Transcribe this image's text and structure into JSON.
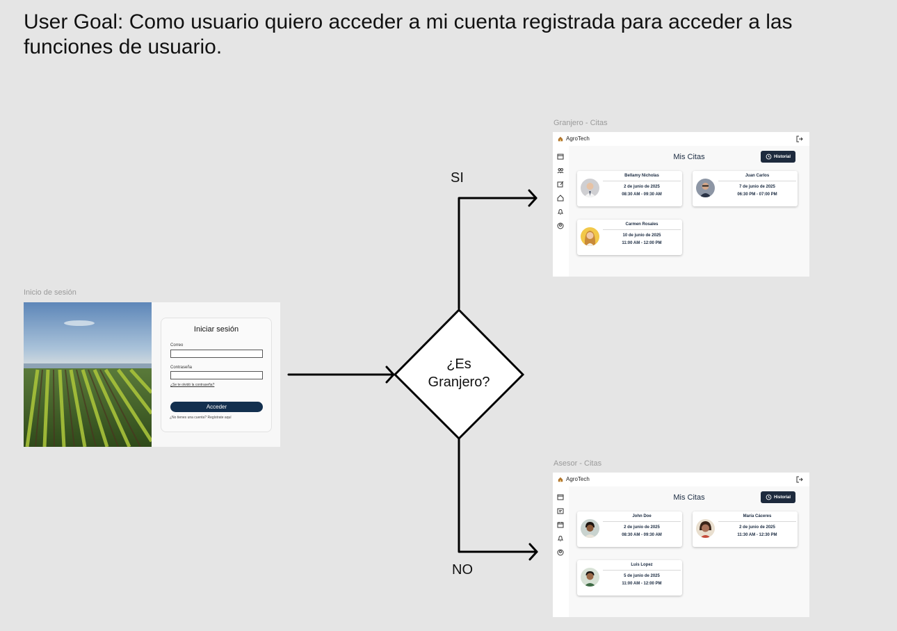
{
  "user_goal": "User Goal: Como usuario quiero acceder a mi cuenta registrada para acceder a las funciones de usuario.",
  "login_frame": {
    "label": "Inicio de sesión",
    "heading": "Iniciar sesión",
    "email_label": "Correo",
    "password_label": "Contraseña",
    "forgot_link": "¿Se te olvidó la contraseña?",
    "submit_label": "Acceder",
    "register_text": "¿No tienes una cuenta? Regístrate aquí"
  },
  "decision": {
    "line1": "¿Es",
    "line2": "Granjero?",
    "yes_label": "SI",
    "no_label": "NO"
  },
  "farmer_frame": {
    "label": "Granjero - Citas",
    "brand": "AgroTech",
    "title": "Mis Citas",
    "history_button": "Historial",
    "appointments": [
      {
        "name": "Bellamy Nicholas",
        "date": "2 de junio de 2025",
        "time": "08:30 AM - 09:30 AM"
      },
      {
        "name": "Juan Carlos",
        "date": "7 de junio de 2025",
        "time": "06:30 PM - 07:00 PM"
      },
      {
        "name": "Carmen Rosales",
        "date": "10 de junio de 2025",
        "time": "11:00 AM - 12:00 PM"
      }
    ]
  },
  "advisor_frame": {
    "label": "Asesor - Citas",
    "brand": "AgroTech",
    "title": "Mis Citas",
    "history_button": "Historial",
    "appointments": [
      {
        "name": "John Doe",
        "date": "2 de junio de 2025",
        "time": "08:30 AM - 09:30 AM"
      },
      {
        "name": "María Cáceres",
        "date": "2 de junio de 2025",
        "time": "11:30 AM - 12:30 PM"
      },
      {
        "name": "Luis Lopez",
        "date": "5 de junio de 2025",
        "time": "11:00 AM - 12:00 PM"
      }
    ]
  },
  "colors": {
    "background": "#e5e5e5",
    "primary_button": "#13304f",
    "history_button": "#1d2a3d"
  }
}
